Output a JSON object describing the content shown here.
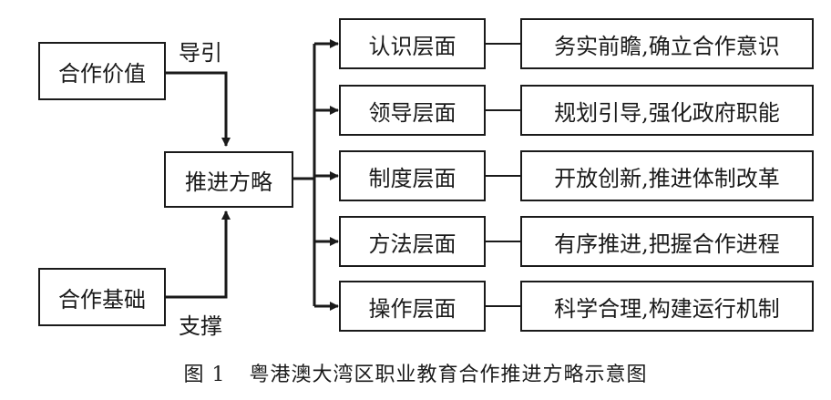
{
  "diagram": {
    "inputs": {
      "value": "合作价值",
      "basis": "合作基础"
    },
    "edge_labels": {
      "guide": "导引",
      "support": "支撑"
    },
    "center": "推进方略",
    "levels": [
      {
        "level": "认识层面",
        "strategy": "务实前瞻,确立合作意识"
      },
      {
        "level": "领导层面",
        "strategy": "规划引导,强化政府职能"
      },
      {
        "level": "制度层面",
        "strategy": "开放创新,推进体制改革"
      },
      {
        "level": "方法层面",
        "strategy": "有序推进,把握合作进程"
      },
      {
        "level": "操作层面",
        "strategy": "科学合理,构建运行机制"
      }
    ],
    "caption": {
      "number": "图 1",
      "title": "粤港澳大湾区职业教育合作推进方略示意图"
    }
  },
  "colors": {
    "line": "#1a1a1a",
    "background": "#ffffff"
  }
}
